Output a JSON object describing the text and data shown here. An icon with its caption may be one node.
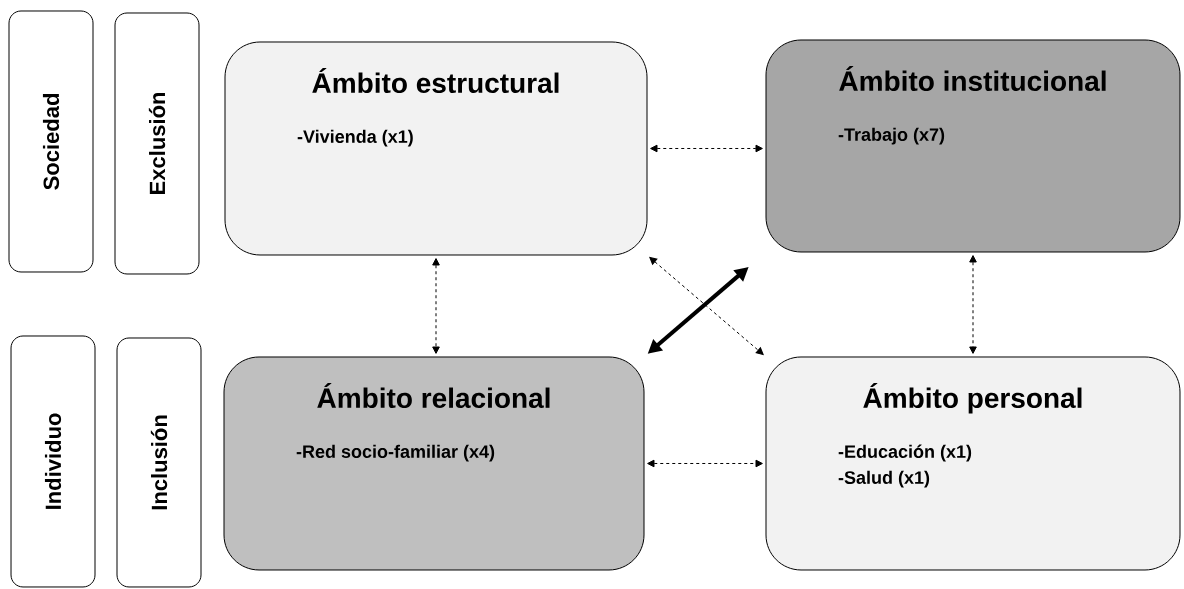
{
  "diagram": {
    "nodes": [
      {
        "text": [
          "Sociedad"
        ]
      },
      {
        "text": [
          "Exclusión"
        ]
      },
      {
        "text": [
          "Ámbito estructural",
          "-Vivienda (x1)"
        ]
      },
      {
        "text": [
          "Ámbito institucional",
          "-Trabajo (x7)"
        ]
      },
      {
        "text": [
          "Individuo"
        ]
      },
      {
        "text": [
          "Inclusión"
        ]
      },
      {
        "text": [
          "Ámbito relacional",
          "-Red socio-familiar (x4)"
        ]
      },
      {
        "text": [
          "Ámbito personal",
          "-Educación (x1)",
          "-Salud (x1)"
        ]
      }
    ],
    "edges": [
      {
        "from": 2,
        "to": 3,
        "arrow": "both",
        "style": "dashed"
      },
      {
        "from": 2,
        "to": 6,
        "arrow": "both",
        "style": "dashed"
      },
      {
        "from": 2,
        "to": 7,
        "arrow": "both",
        "style": "dashed"
      },
      {
        "from": 6,
        "to": 3,
        "arrow": "both",
        "style": "thick"
      },
      {
        "from": 3,
        "to": 7,
        "arrow": "both",
        "style": "dashed"
      },
      {
        "from": 6,
        "to": 7,
        "arrow": "both",
        "style": "dashed"
      }
    ]
  }
}
